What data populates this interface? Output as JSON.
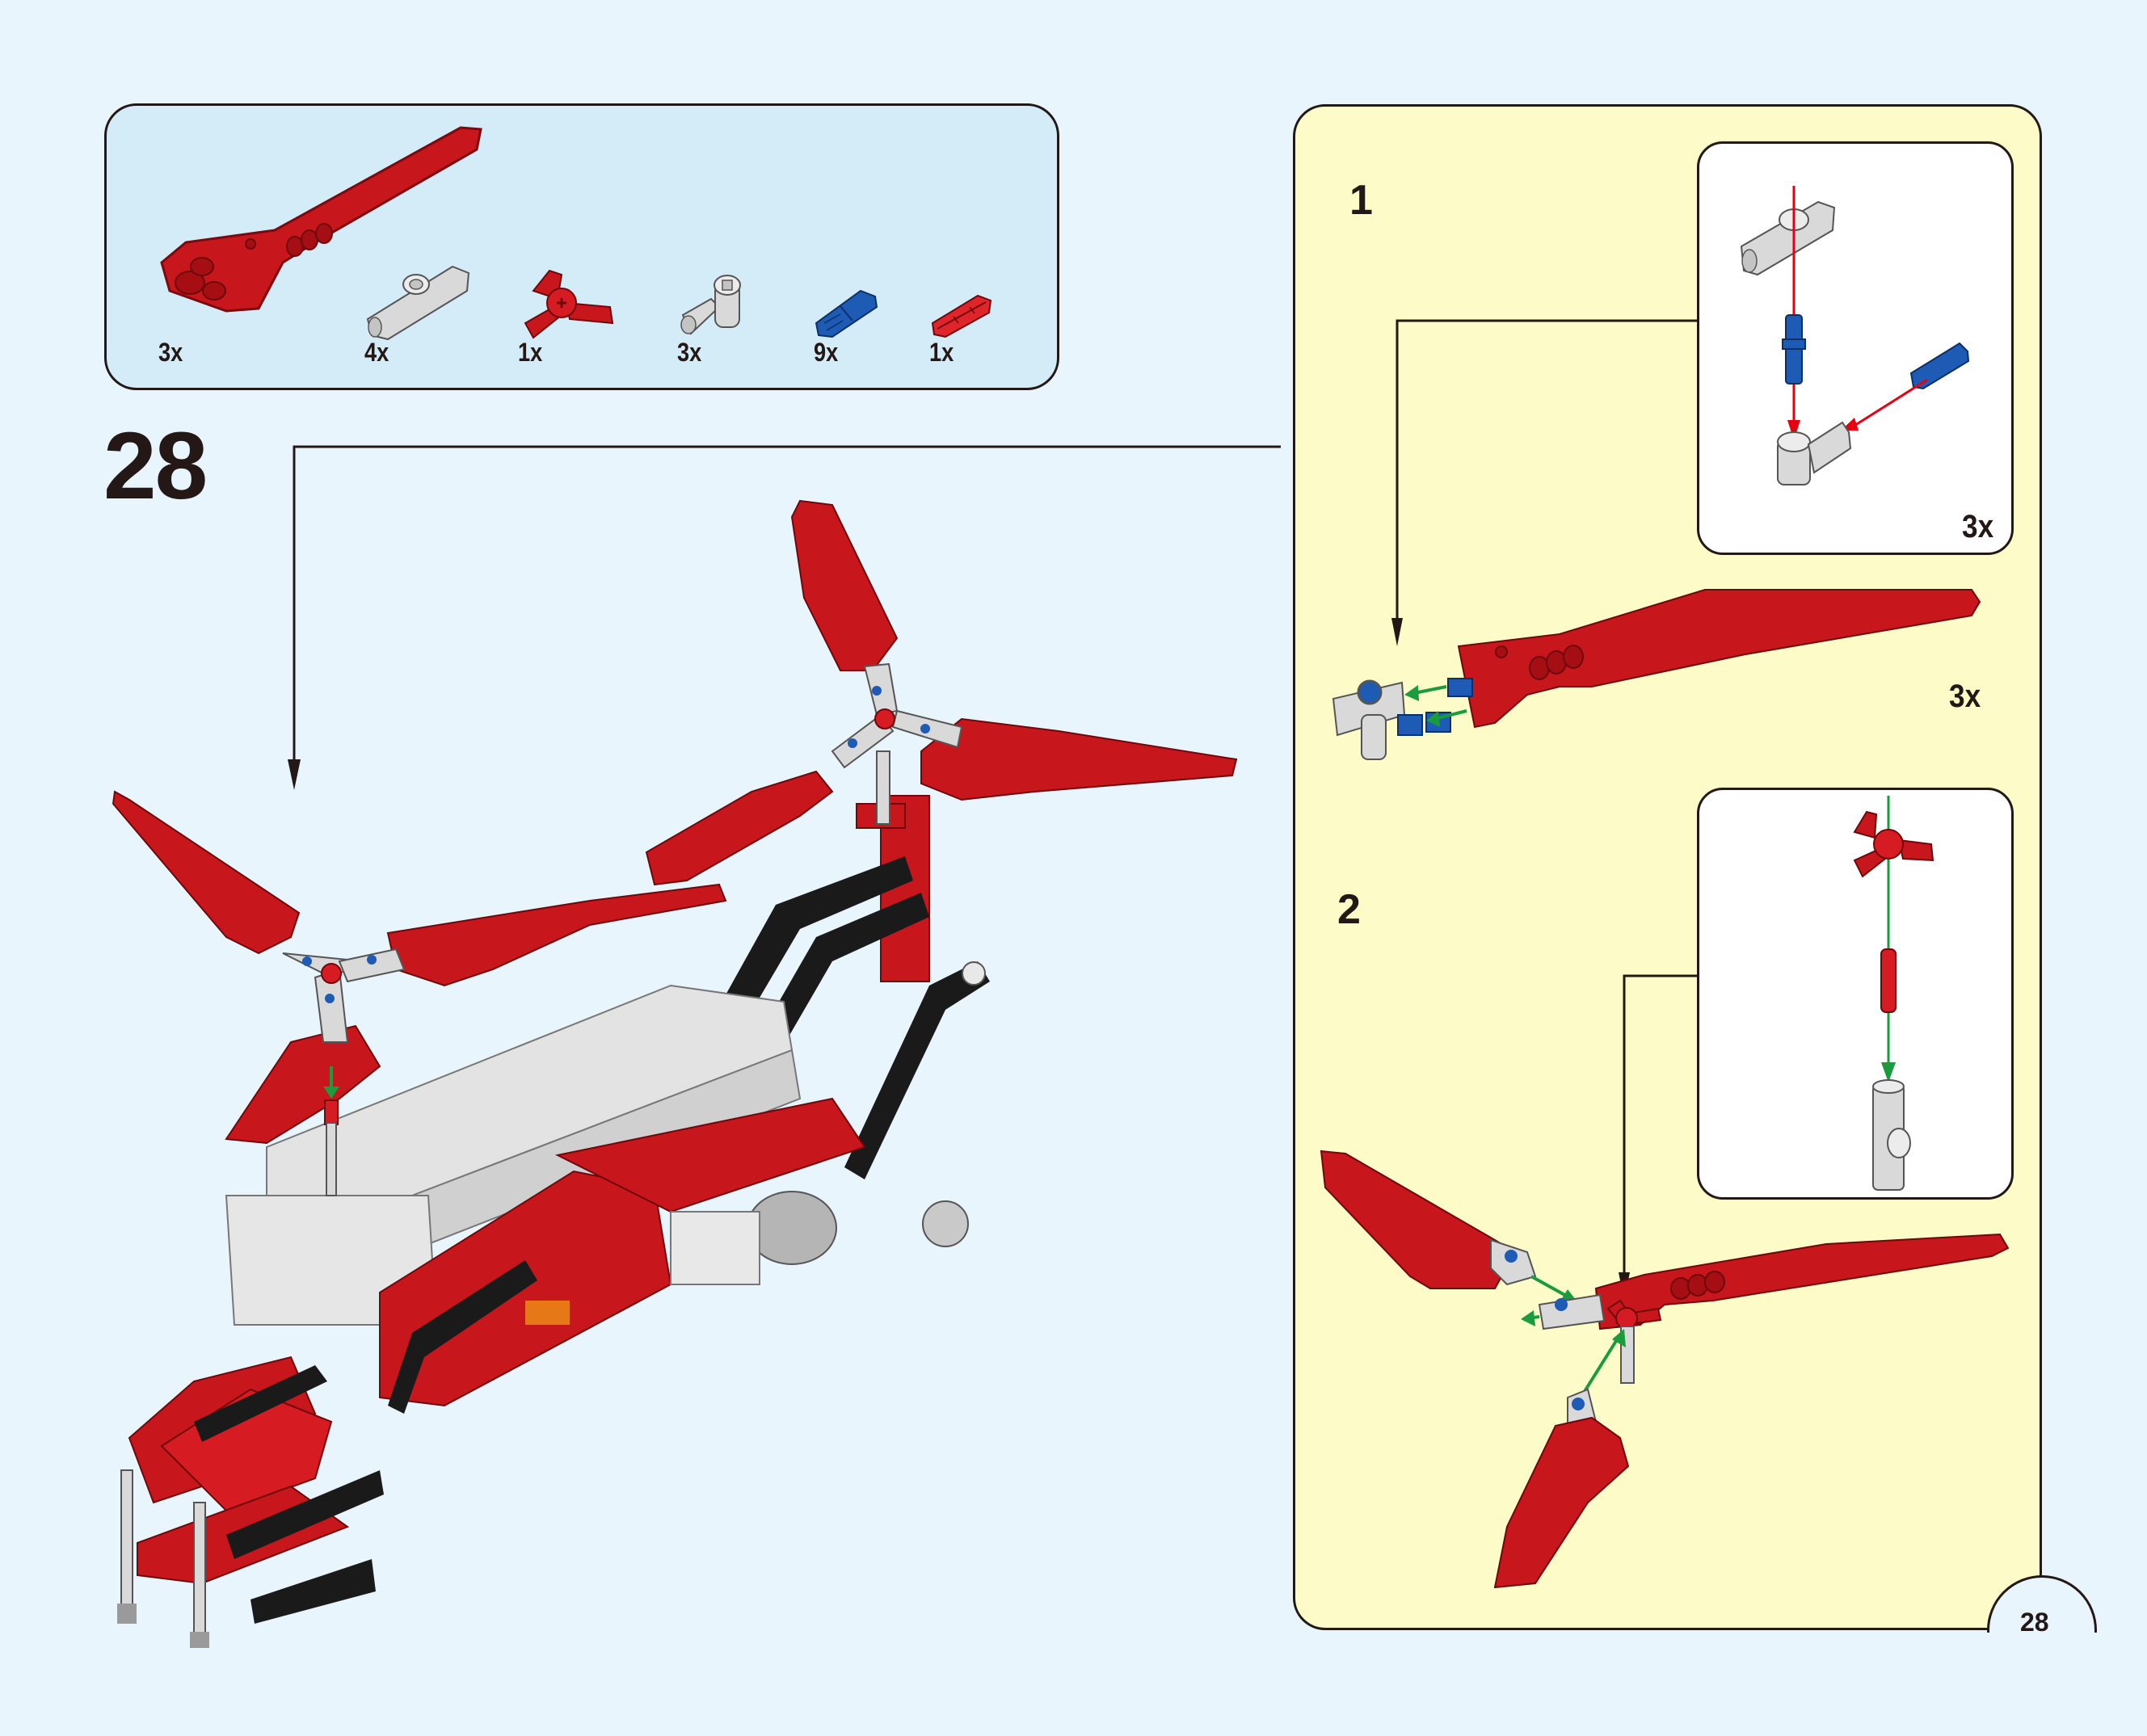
{
  "page": {
    "page_number": "28",
    "step_number": "28",
    "colors": {
      "background": "#e8f5fc",
      "parts_box": "#d4ecf8",
      "substep_panel": "#fdfbc8",
      "callout_box": "#ffffff",
      "outline": "#231815",
      "part_red": "#c8161d",
      "part_gray": "#d9d9d9",
      "part_blue": "#1d5bb5",
      "part_black": "#1a1a1a",
      "arrow_green": "#1a9c3e",
      "arrow_red": "#e60012"
    }
  },
  "parts_list": [
    {
      "name": "rotor-blade",
      "color": "red",
      "qty": "3x"
    },
    {
      "name": "angle-connector",
      "color": "light-gray",
      "qty": "4x"
    },
    {
      "name": "three-way-hub",
      "color": "red",
      "qty": "1x"
    },
    {
      "name": "perpendicular-connector",
      "color": "light-gray",
      "qty": "3x"
    },
    {
      "name": "axle-pin",
      "color": "blue",
      "qty": "9x"
    },
    {
      "name": "axle-2",
      "color": "red",
      "qty": "1x"
    }
  ],
  "substeps": [
    {
      "label": "1",
      "callout_qty": "3x",
      "assembly_qty": "3x"
    },
    {
      "label": "2"
    }
  ]
}
